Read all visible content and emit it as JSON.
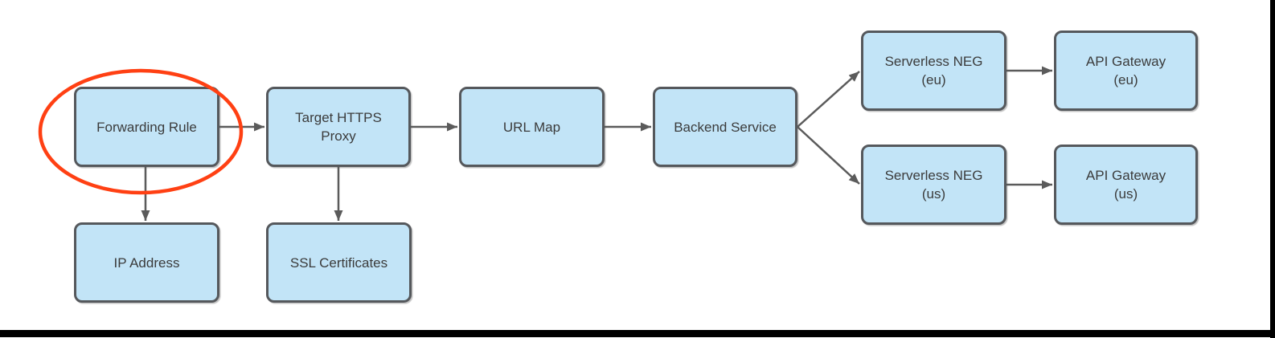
{
  "colors": {
    "node_fill": "#c2e4f7",
    "node_border": "#55585c",
    "arrow": "#5b5b5b",
    "text": "#3b3b3b",
    "highlight": "#ff4013",
    "canvas": "#ffffff",
    "edge_bar": "#000000"
  },
  "nodes": {
    "forwarding_rule": {
      "line1": "Forwarding Rule",
      "line2": ""
    },
    "target_https_proxy": {
      "line1": "Target HTTPS",
      "line2": "Proxy"
    },
    "url_map": {
      "line1": "URL Map",
      "line2": ""
    },
    "backend_service": {
      "line1": "Backend Service",
      "line2": ""
    },
    "serverless_neg_eu": {
      "line1": "Serverless NEG",
      "line2": "(eu)"
    },
    "api_gateway_eu": {
      "line1": "API Gateway",
      "line2": "(eu)"
    },
    "serverless_neg_us": {
      "line1": "Serverless NEG",
      "line2": "(us)"
    },
    "api_gateway_us": {
      "line1": "API Gateway",
      "line2": "(us)"
    },
    "ip_address": {
      "line1": "IP Address",
      "line2": ""
    },
    "ssl_certificates": {
      "line1": "SSL Certificates",
      "line2": ""
    }
  },
  "edges": [
    {
      "from": "Forwarding Rule",
      "to": "Target HTTPS Proxy"
    },
    {
      "from": "Target HTTPS Proxy",
      "to": "URL Map"
    },
    {
      "from": "URL Map",
      "to": "Backend Service"
    },
    {
      "from": "Backend Service",
      "to": "Serverless NEG (eu)"
    },
    {
      "from": "Backend Service",
      "to": "Serverless NEG (us)"
    },
    {
      "from": "Serverless NEG (eu)",
      "to": "API Gateway (eu)"
    },
    {
      "from": "Serverless NEG (us)",
      "to": "API Gateway (us)"
    },
    {
      "from": "Forwarding Rule",
      "to": "IP Address"
    },
    {
      "from": "Target HTTPS Proxy",
      "to": "SSL Certificates"
    }
  ],
  "annotation": {
    "circled_node": "Forwarding Rule"
  }
}
